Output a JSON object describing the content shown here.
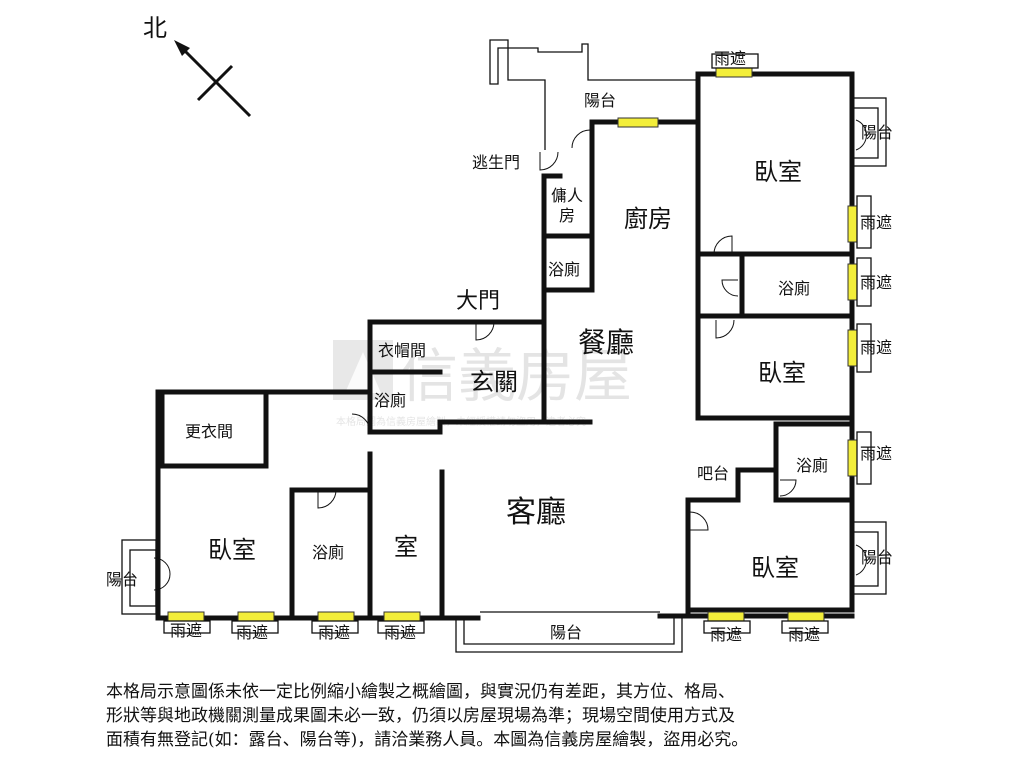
{
  "compass": {
    "label": "北"
  },
  "rooms": {
    "bedroom_ne": "臥室",
    "bedroom_e": "臥室",
    "bedroom_se": "臥室",
    "bedroom_sw": "臥室",
    "kitchen": "廚房",
    "maid_room": "傭人房",
    "bath_maid": "浴廁",
    "bath_ne": "浴廁",
    "bath_e": "浴廁",
    "bath_sw": "浴廁",
    "bath_foyer": "浴廁",
    "dining": "餐廳",
    "living": "客廳",
    "foyer": "玄關",
    "coat_closet": "衣帽間",
    "dressing_room": "更衣間",
    "room": "室",
    "bar": "吧台"
  },
  "labels": {
    "main_door": "大門",
    "escape_door": "逃生門",
    "balcony": "陽台",
    "rain_shelter": "雨遮"
  },
  "watermark": {
    "brand": "信義房屋",
    "notice": "本格局圖為信義房屋繪製，未經授權請勿盜用，違者必究"
  },
  "disclaimer": [
    "本格局示意圖係未依一定比例縮小繪製之概繪圖，與實況仍有差距，其方位、格局、",
    "形狀等與地政機關測量成果圖未必一致，仍須以房屋現場為準；現場空間使用方式及",
    "面積有無登記(如：露台、陽台等)，請洽業務人員。本圖為信義房屋繪製，盜用必究。"
  ]
}
